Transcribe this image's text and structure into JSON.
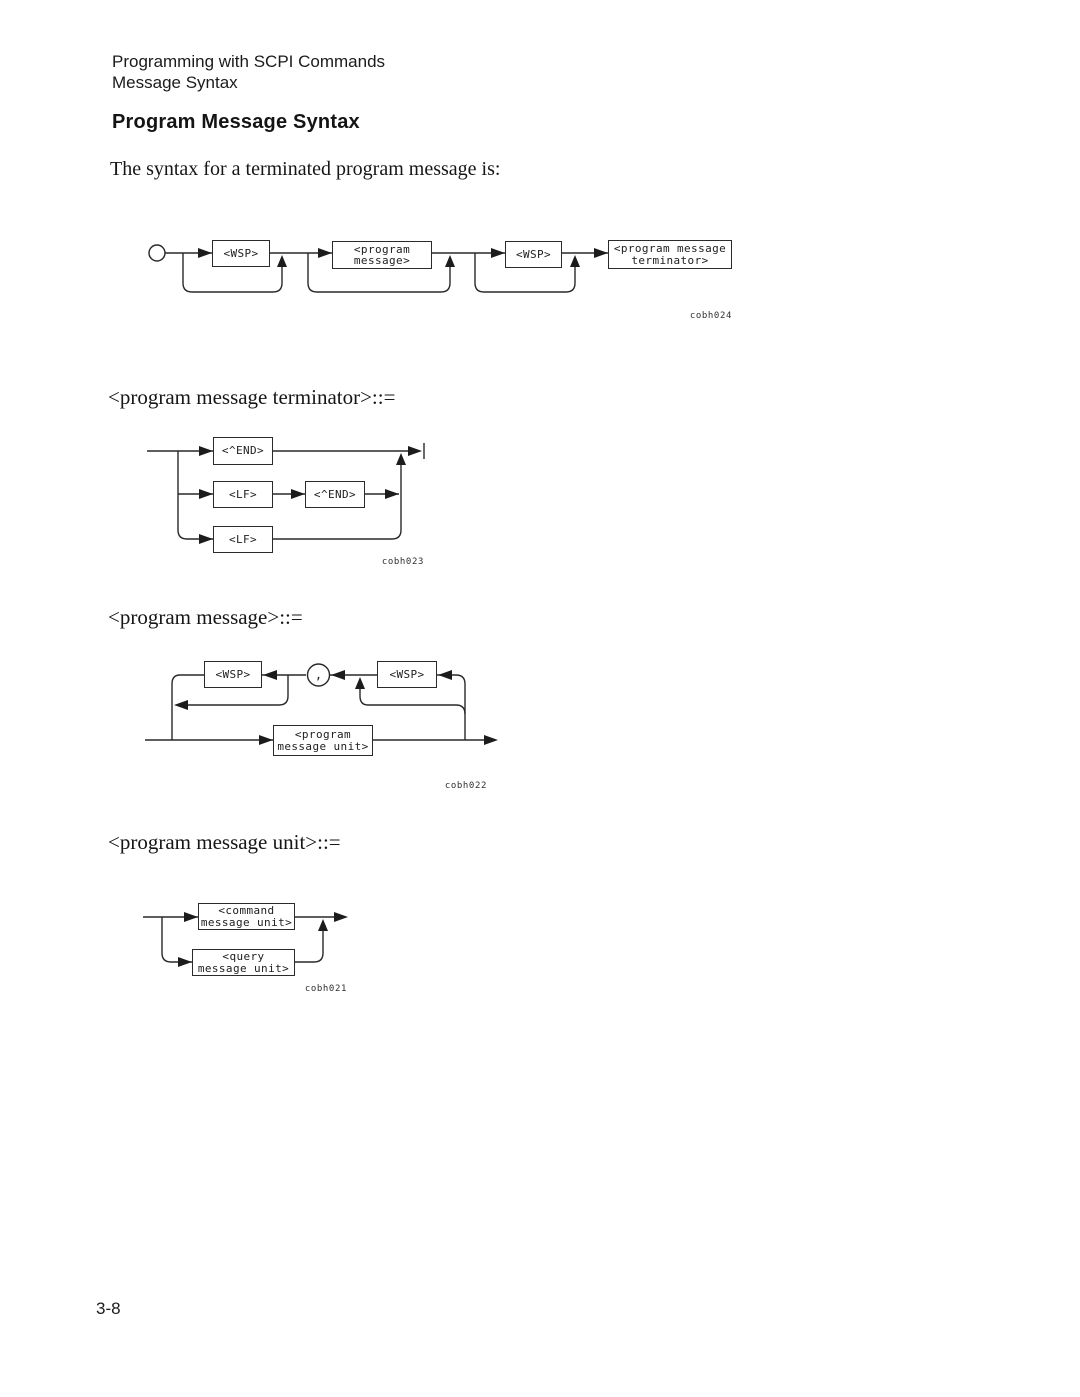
{
  "page": {
    "header_line1": "Programming with SCPI Commands",
    "header_line2": "Message Syntax",
    "title": "Program Message Syntax",
    "intro": "The syntax for a terminated program message is:",
    "page_number": "3-8"
  },
  "sections": {
    "terminator_heading": "<program message terminator>::=",
    "message_heading": "<program message>::=",
    "unit_heading": "<program message unit>::="
  },
  "diagrams": {
    "d1": {
      "caption": "cobh024",
      "boxes": {
        "wsp1": "<WSP>",
        "program_message": "<program\nmessage>",
        "wsp2": "<WSP>",
        "terminator": "<program message\nterminator>"
      }
    },
    "d2": {
      "caption": "cobh023",
      "boxes": {
        "end1": "<^END>",
        "lf1": "<LF>",
        "end2": "<^END>",
        "lf2": "<LF>"
      }
    },
    "d3": {
      "caption": "cobh022",
      "separator": ",",
      "boxes": {
        "wsp_left": "<WSP>",
        "wsp_right": "<WSP>",
        "unit": "<program\nmessage unit>"
      }
    },
    "d4": {
      "caption": "cobh021",
      "boxes": {
        "command": "<command\nmessage unit>",
        "query": "<query\nmessage unit>"
      }
    }
  }
}
